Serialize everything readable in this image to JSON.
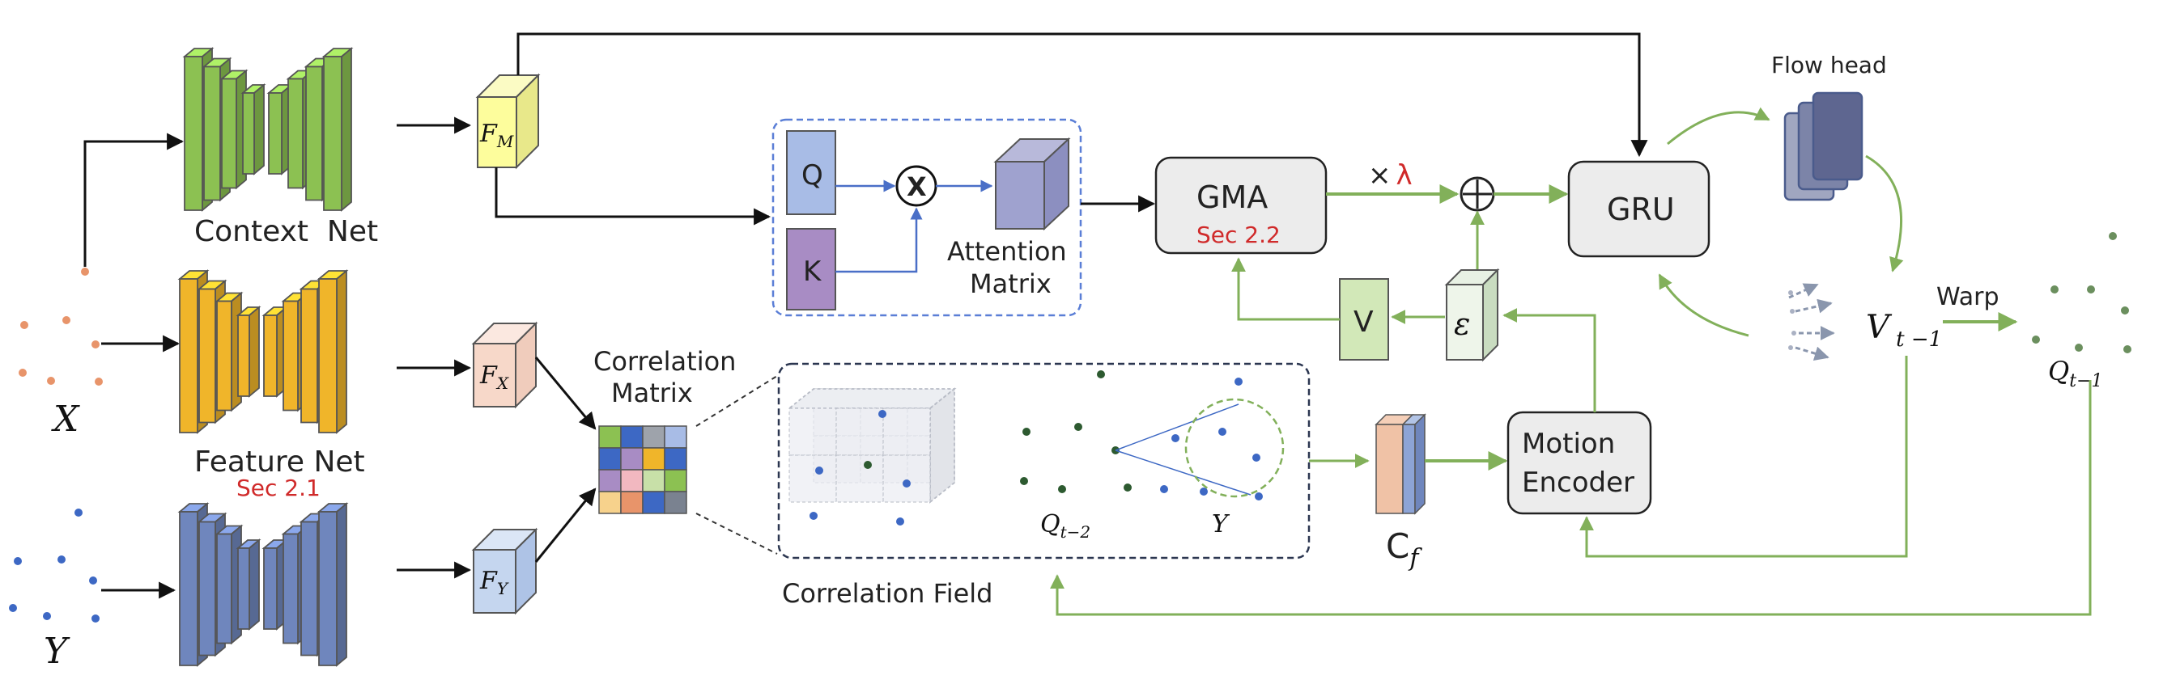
{
  "inputs": {
    "x_label": "X",
    "y_label": "Y"
  },
  "encoders": {
    "context_net": "Context  Net",
    "feature_net": "Feature Net",
    "feature_sec": "Sec 2.1"
  },
  "features": {
    "fm_main": "F",
    "fm_sub": "M",
    "fx_main": "F",
    "fx_sub": "X",
    "fy_main": "F",
    "fy_sub": "Y"
  },
  "attention": {
    "q": "Q",
    "k": "K",
    "times": "X",
    "matrix_line1": "Attention",
    "matrix_line2": "Matrix"
  },
  "gma": {
    "title": "GMA",
    "sec": "Sec 2.2"
  },
  "scale": {
    "times": "×",
    "lambda": "λ"
  },
  "gru": "GRU",
  "flow_head": "Flow head",
  "v_box": "V",
  "e_box": "ε",
  "correlation_matrix": {
    "line1": "Correlation",
    "line2": "Matrix"
  },
  "correlation_field": {
    "caption": "Correlation Field",
    "q_main": "Q",
    "q_sub": "t−2",
    "y_label": "Y"
  },
  "cf": {
    "main": "C",
    "sub": "f"
  },
  "motion_encoder": {
    "line1": "Motion",
    "line2": "Encoder"
  },
  "v_prev": {
    "main": "V",
    "sub": " t −1"
  },
  "warp": "Warp",
  "q_prev": {
    "main": "Q",
    "sub": "t−1"
  },
  "colors": {
    "green_net": "#8cc152",
    "yellow_net": "#f0b52a",
    "blue_net": "#6f86bd",
    "arrow_green": "#82b05a",
    "red_text": "#d02a2a",
    "attention_border": "#5a7ed6"
  }
}
